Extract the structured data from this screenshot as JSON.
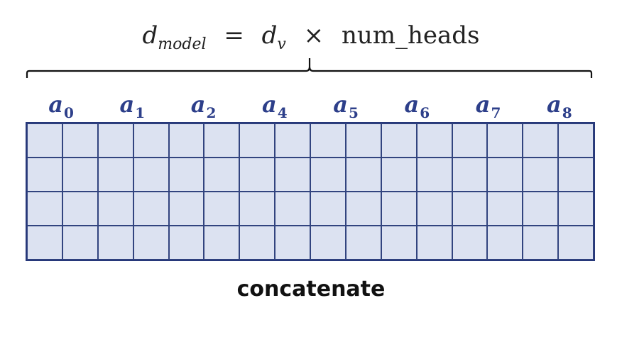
{
  "formula": {
    "lhs_base": "d",
    "lhs_sub": "model",
    "equals": "=",
    "rhs_base": "d",
    "rhs_sub": "v",
    "times": "×",
    "rhs_term": "num_heads"
  },
  "heads": [
    {
      "base": "a",
      "sub": "0"
    },
    {
      "base": "a",
      "sub": "1"
    },
    {
      "base": "a",
      "sub": "2"
    },
    {
      "base": "a",
      "sub": "4"
    },
    {
      "base": "a",
      "sub": "5"
    },
    {
      "base": "a",
      "sub": "6"
    },
    {
      "base": "a",
      "sub": "7"
    },
    {
      "base": "a",
      "sub": "8"
    }
  ],
  "grid": {
    "rows": 4,
    "columns": 16,
    "fill_color": "#dce2f1",
    "line_color": "#32447f"
  },
  "label_color": "#2d3f8a",
  "caption": "concatenate"
}
